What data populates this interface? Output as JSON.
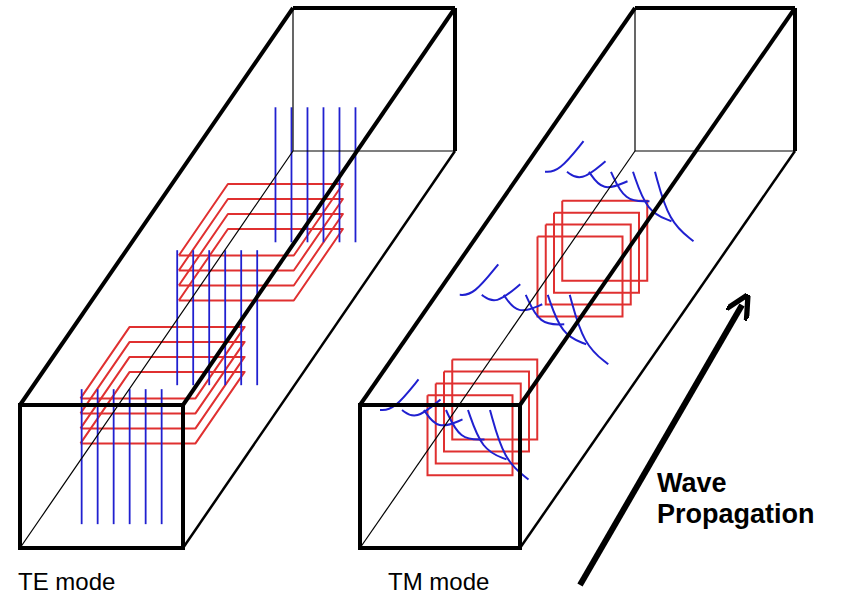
{
  "diagram": {
    "labels": [
      "TE mode",
      "TM mode",
      "Wave Propagation"
    ]
  }
}
